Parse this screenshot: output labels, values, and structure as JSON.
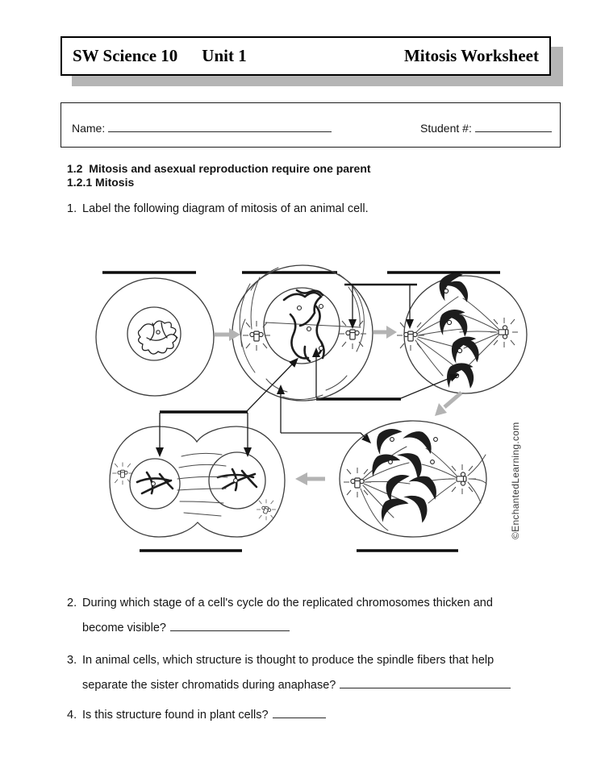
{
  "header": {
    "course": "SW Science 10",
    "unit": "Unit 1",
    "title": "Mitosis Worksheet"
  },
  "student_info": {
    "name_label": "Name:",
    "student_number_label": "Student #:"
  },
  "section": {
    "heading1": "1.2  Mitosis and asexual reproduction require one parent",
    "heading2": "1.2.1 Mitosis"
  },
  "questions": [
    {
      "number": "1.",
      "text": "Label the following diagram of mitosis of an animal cell."
    },
    {
      "number": "2.",
      "line1": "During which stage of a cell's cycle do the replicated chromosomes thicken and",
      "line2": "become visible?"
    },
    {
      "number": "3.",
      "line1": "In animal cells, which structure is thought to produce the spindle fibers that help",
      "line2": "separate the sister chromatids during anaphase?"
    },
    {
      "number": "4.",
      "text": "Is this structure found in plant cells?"
    }
  ],
  "diagram": {
    "copyright": "©EnchantedLearning.com"
  }
}
